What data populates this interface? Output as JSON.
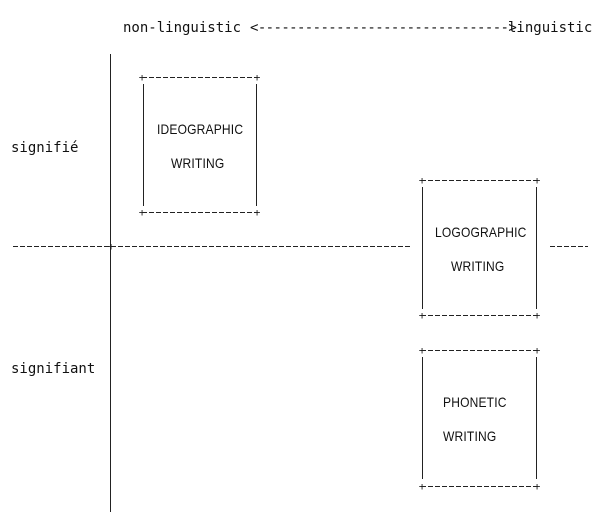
{
  "axis_top": {
    "left_label": "non-linguistic",
    "arrow": "<-------------------------------->",
    "right_label": "linguistic"
  },
  "axis_left": {
    "top_label": "signifié",
    "bottom_label": "signifiant"
  },
  "boxes": [
    {
      "line1": "IDEOGRAPHIC",
      "line2": "WRITING"
    },
    {
      "line1": "LOGOGRAPHIC",
      "line2": "WRITING"
    },
    {
      "line1": "PHONETIC",
      "line2": "WRITING"
    }
  ]
}
